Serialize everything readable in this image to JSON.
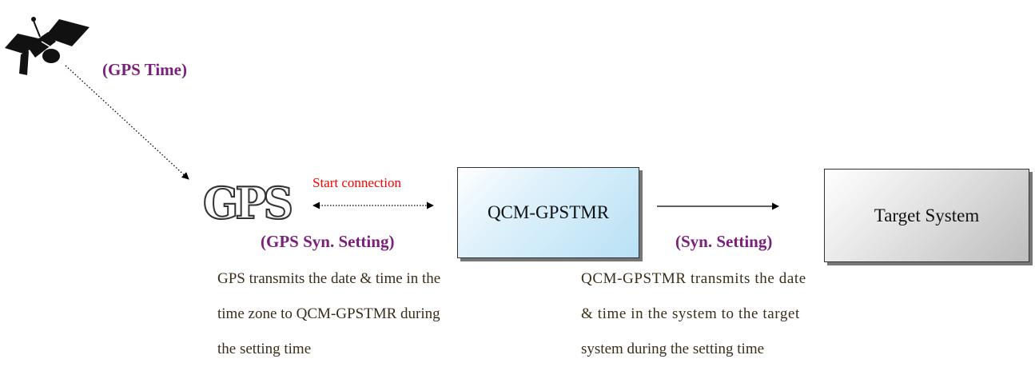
{
  "labels": {
    "gps_time": "(GPS Time)",
    "start_connection": "Start connection",
    "gps_syn_setting": "(GPS Syn. Setting)",
    "syn_setting": "(Syn. Setting)"
  },
  "gps_logo": "GPS",
  "boxes": {
    "qcm": "QCM-GPSTMR",
    "target": "Target System"
  },
  "descriptions": {
    "left": [
      "GPS transmits the date & time in the",
      "time zone to QCM-GPSTMR during",
      "the setting time"
    ],
    "right": [
      "QCM-GPSTMR transmits the date",
      "& time in the system to the target",
      "system during the setting time"
    ]
  },
  "colors": {
    "label_purple": "#7a1f7a",
    "label_red": "#ff0000",
    "qcm_fill": "#b8e1f5",
    "target_fill": "#bdbdbd"
  },
  "icons": [
    "satellite-icon"
  ]
}
